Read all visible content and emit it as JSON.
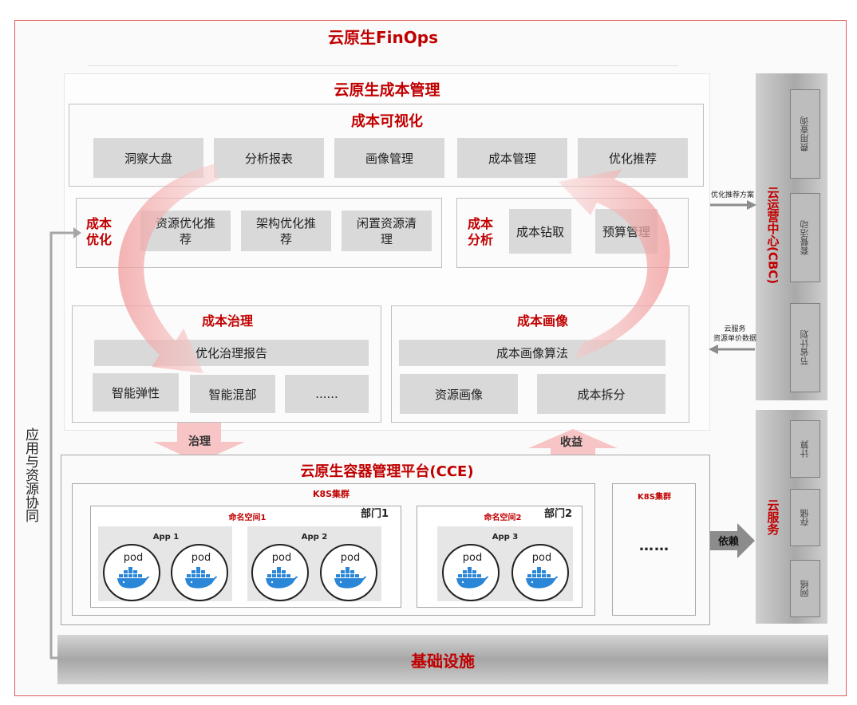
{
  "title": "云原生FinOps",
  "cost_mgmt": {
    "title": "云原生成本管理",
    "visual": {
      "title": "成本可视化",
      "items": [
        "洞察大盘",
        "分析报表",
        "画像管理",
        "成本管理",
        "优化推荐"
      ]
    },
    "optimize": {
      "title": "成本\n优化",
      "items": [
        "资源优化推\n荐",
        "架构优化推\n荐",
        "闲置资源清\n理"
      ]
    },
    "analysis": {
      "title": "成本\n分析",
      "items": [
        "成本钻取",
        "预算管理"
      ]
    },
    "governance": {
      "title": "成本治理",
      "report": "优化治理报告",
      "items": [
        "智能弹性",
        "智能混部",
        "......"
      ]
    },
    "portrait": {
      "title": "成本画像",
      "algo": "成本画像算法",
      "items": [
        "资源画像",
        "成本拆分"
      ]
    }
  },
  "arrows": {
    "govern": "治理",
    "gain": "收益",
    "recommend": "优化推荐方案",
    "cloud_service_line1": "云服务",
    "cloud_service_line2": "资源单价数据",
    "depend": "依赖"
  },
  "cce": {
    "title": "云原生容器管理平台(CCE)",
    "cluster1": {
      "title": "K8S集群",
      "ns1": {
        "label": "命名空间1",
        "dept": "部门1",
        "apps": [
          "App 1",
          "App 2"
        ]
      },
      "ns2": {
        "label": "命名空间2",
        "dept": "部门2",
        "apps": [
          "App 3"
        ]
      },
      "pod_label": "pod"
    },
    "cluster2": {
      "title": "K8S集群",
      "more": "……"
    }
  },
  "left_label": "应用与资源协同",
  "infra": "基础设施",
  "cbc": {
    "title": "云运营中心(CBC)",
    "items": [
      "费用查询",
      "套餐活动",
      "节省计划"
    ]
  },
  "cloud_services": {
    "title": "云服务",
    "items": [
      "计算",
      "存储",
      "网络"
    ]
  },
  "colors": {
    "accent": "#c00000",
    "arrow_pink": "#f4b6b6",
    "panel_gray": "#d9d9d9"
  }
}
